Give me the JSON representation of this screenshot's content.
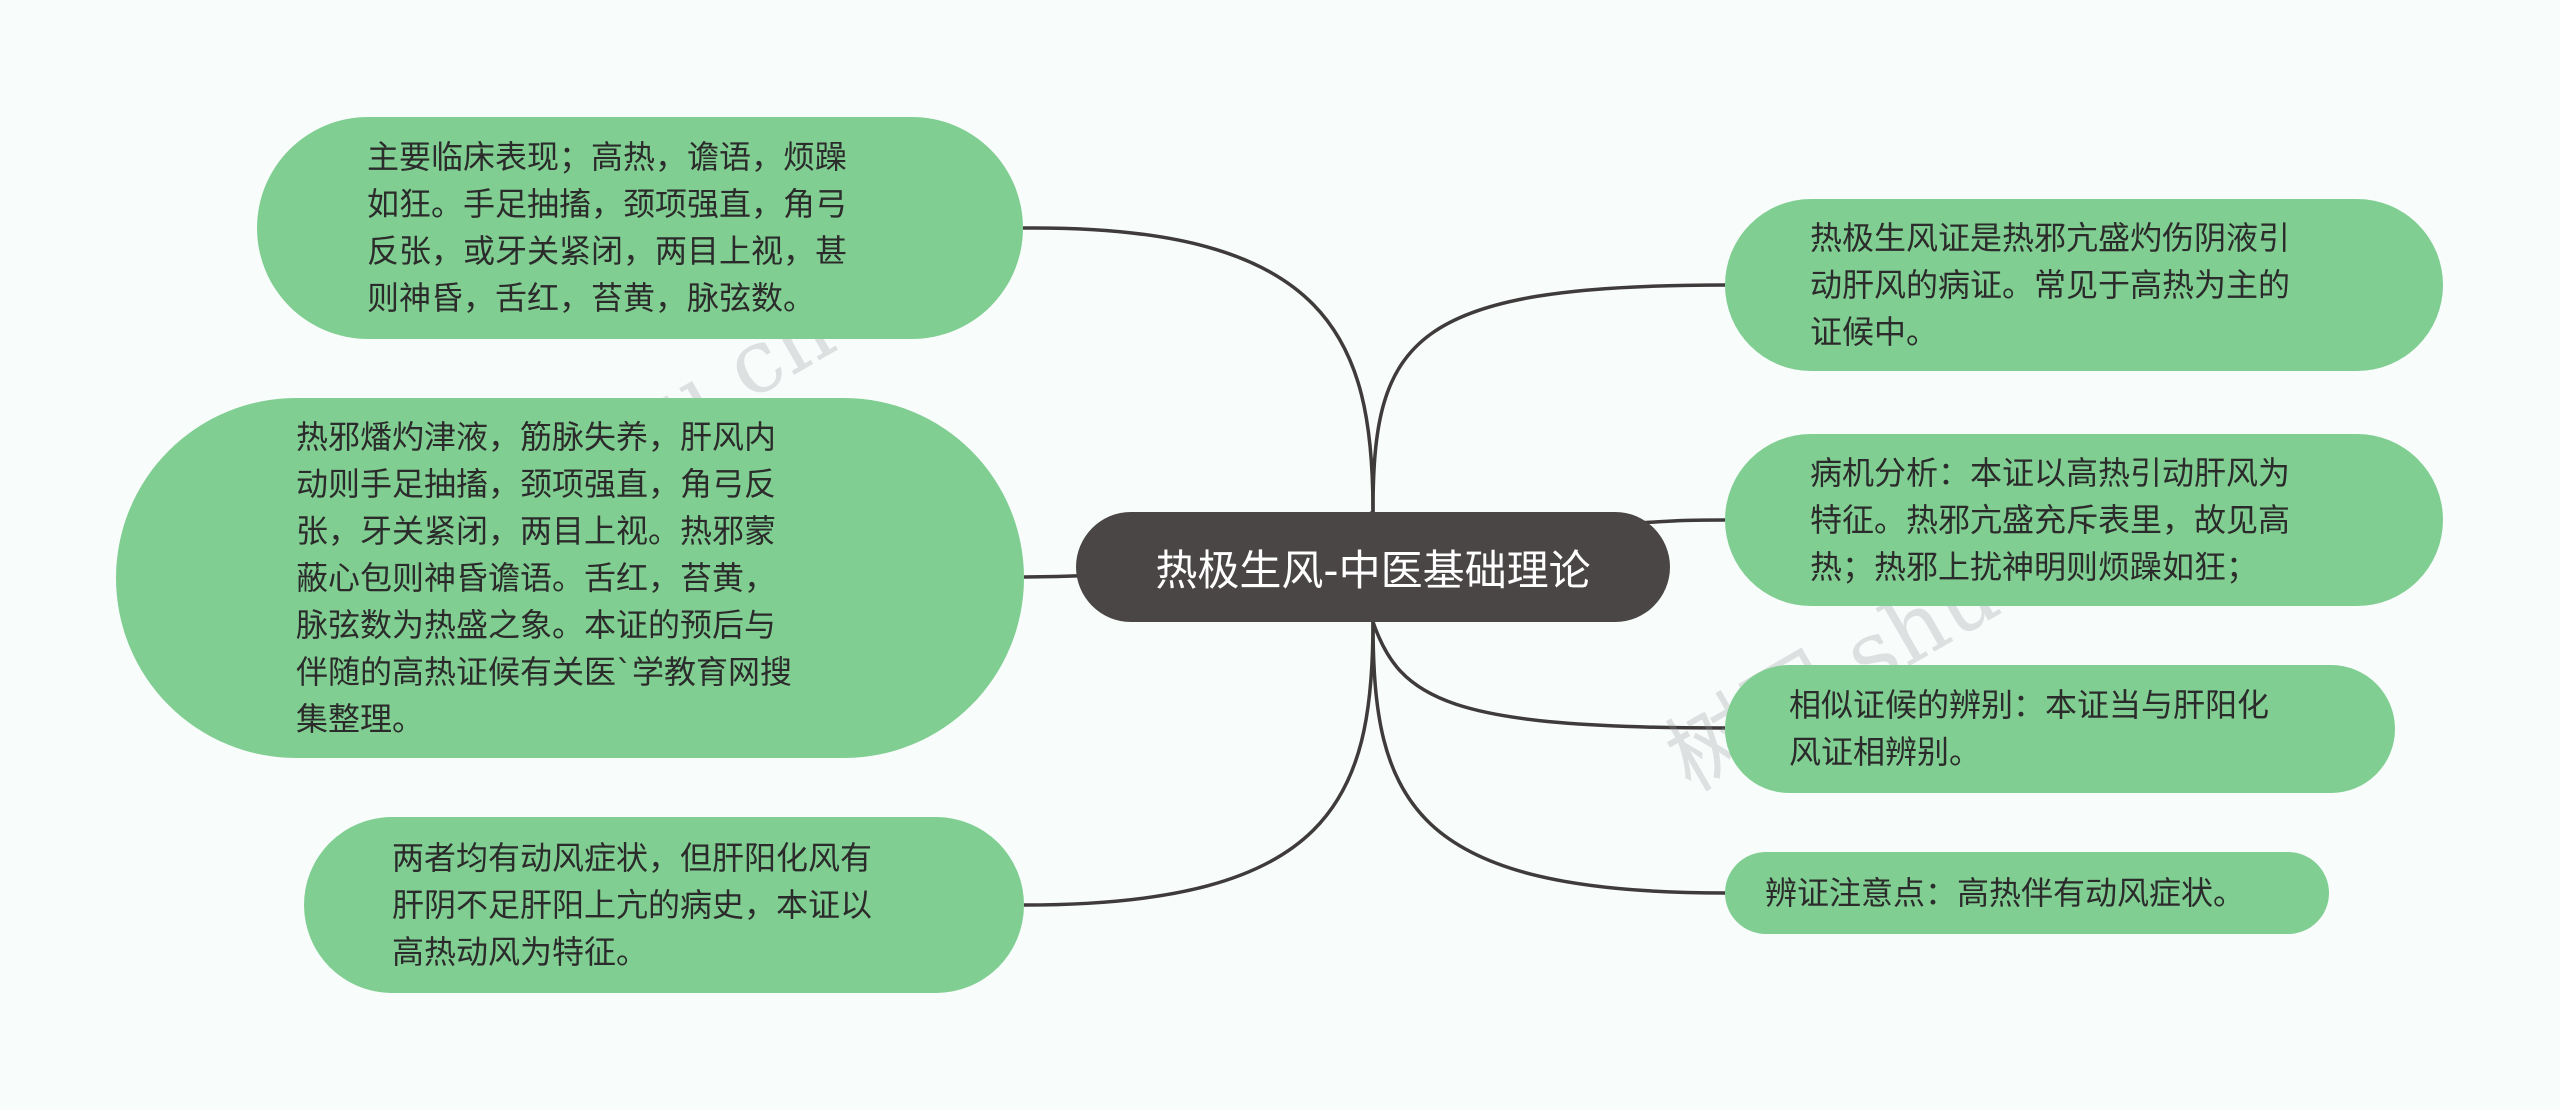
{
  "root": {
    "label": "热极生风-中医基础理论"
  },
  "left_nodes": [
    {
      "text": "主要临床表现；高热，谵语，烦躁\n如狂。手足抽搐，颈项强直，角弓\n反张，或牙关紧闭，两目上视，甚\n则神昏，舌红，苔黄，脉弦数。"
    },
    {
      "text": "热邪燔灼津液，筋脉失养，肝风内\n动则手足抽搐，颈项强直，角弓反\n张，牙关紧闭，两目上视。热邪蒙\n蔽心包则神昏谵语。舌红，苔黄，\n脉弦数为热盛之象。本证的预后与\n伴随的高热证候有关医`学教育网搜\n集整理。"
    },
    {
      "text": "两者均有动风症状，但肝阳化风有\n肝阴不足肝阳上亢的病史，本证以\n高热动风为特征。"
    }
  ],
  "right_nodes": [
    {
      "text": "热极生风证是热邪亢盛灼伤阴液引\n动肝风的病证。常见于高热为主的\n证候中。"
    },
    {
      "text": "病机分析：本证以高热引动肝风为\n特征。热邪亢盛充斥表里，故见高\n热；热邪上扰神明则烦躁如狂；"
    },
    {
      "text": "相似证候的辨别：本证当与肝阳化\n风证相辨别。"
    },
    {
      "text": "辨证注意点：高热伴有动风症状。"
    }
  ],
  "watermarks": [
    "树图 shutu.cn",
    "树图 shutu.cn"
  ],
  "colors": {
    "node_fill": "#80ce91",
    "root_fill": "#4a4646",
    "link": "#3f3b3b",
    "background": "#f8fdfc"
  }
}
